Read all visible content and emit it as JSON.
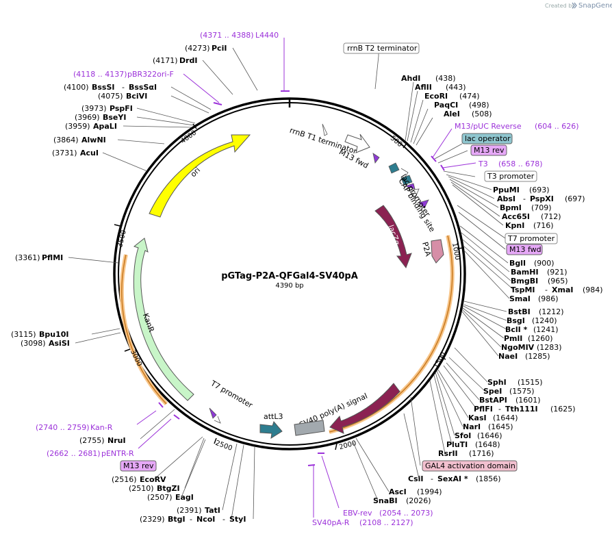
{
  "credit": {
    "text": "Created by",
    "brand": "SnapGene"
  },
  "plasmid": {
    "name": "pGTag-P2A-QFGal4-SV40pA",
    "size": "4390 bp"
  },
  "ticks": [
    "500",
    "1000",
    "1500",
    "2000",
    "2500",
    "3000",
    "3500",
    "4000"
  ],
  "features": {
    "ori": "ori",
    "lacZa": "lacZα",
    "kanr": "KanR",
    "p2a": "P2A",
    "attl3": "attL3",
    "sv40": "SV40 poly(A) signal",
    "t7prom_left": "T7 promoter",
    "rrnb_t1": "rrnB T1 terminator",
    "m13fwd_left": "M13 fwd",
    "lac_promoter": "lac promoter",
    "cap_site": "CAP binding site"
  },
  "boxed": {
    "rrnb_t2": "rrnB T2 terminator",
    "lac_operator": "lac operator",
    "m13rev_right": "M13 rev",
    "t3_promoter": "T3 promoter",
    "t7_promoter": "T7 promoter",
    "m13fwd_right": "M13 fwd",
    "gal4": "GAL4 activation domain",
    "m13rev_left": "M13 rev"
  },
  "primers": {
    "l4440": {
      "pos": "(4371 .. 4388)",
      "name": "L4440"
    },
    "pbr322": {
      "pos": "(4118 .. 4137)",
      "name": "pBR322ori-F"
    },
    "m13puc": {
      "name": "M13/pUC Reverse",
      "pos": "(604 .. 626)"
    },
    "t3": {
      "name": "T3",
      "pos": "(658 .. 678)"
    },
    "kanr": {
      "pos": "(2740 .. 2759)",
      "name": "Kan-R"
    },
    "pentr": {
      "pos": "(2662 .. 2681)",
      "name": "pENTR-R"
    },
    "ebv": {
      "name": "EBV-rev",
      "pos": "(2054 .. 2073)"
    },
    "sv40pa": {
      "name": "SV40pA-R",
      "pos": "(2108 .. 2127)"
    }
  },
  "enzymes": {
    "pcii": {
      "pos": "(4273)",
      "name": "PciI"
    },
    "drdi": {
      "pos": "(4171)",
      "name": "DrdI"
    },
    "bsssi": {
      "pos": "(4100)",
      "name": "BssSI",
      "name2": "BssSαI"
    },
    "bcivi": {
      "pos": "(4075)",
      "name": "BciVI"
    },
    "pspfi": {
      "pos": "(3973)",
      "name": "PspFI"
    },
    "bseyi": {
      "pos": "(3969)",
      "name": "BseYI"
    },
    "apali": {
      "pos": "(3959)",
      "name": "ApaLI"
    },
    "alwni": {
      "pos": "(3864)",
      "name": "AlwNI"
    },
    "acui": {
      "pos": "(3731)",
      "name": "AcuI"
    },
    "pflmi": {
      "pos": "(3361)",
      "name": "PflMI"
    },
    "bpu10i": {
      "pos": "(3115)",
      "name": "Bpu10I"
    },
    "asisi": {
      "pos": "(3098)",
      "name": "AsiSI"
    },
    "nrui": {
      "pos": "(2755)",
      "name": "NruI"
    },
    "ecorv": {
      "pos": "(2516)",
      "name": "EcoRV"
    },
    "btgzi": {
      "pos": "(2510)",
      "name": "BtgZI"
    },
    "eagi": {
      "pos": "(2507)",
      "name": "EagI"
    },
    "tati": {
      "pos": "(2391)",
      "name": "TatI"
    },
    "btgi": {
      "pos": "(2329)",
      "name": "BtgI",
      "name2": "NcoI",
      "name3": "StyI"
    },
    "ahdi": {
      "name": "AhdI",
      "pos": "(438)"
    },
    "aflii": {
      "name": "AflII",
      "pos": "(443)"
    },
    "ecori": {
      "name": "EcoRI",
      "pos": "(474)"
    },
    "paqci": {
      "name": "PaqCI",
      "pos": "(498)"
    },
    "alei": {
      "name": "AleI",
      "pos": "(508)"
    },
    "ppumi": {
      "name": "PpuMI",
      "pos": "(693)"
    },
    "absi": {
      "name": "AbsI",
      "name2": "PspXI",
      "pos": "(697)"
    },
    "bpmi": {
      "name": "BpmI",
      "pos": "(709)"
    },
    "acc65i": {
      "name": "Acc65I",
      "pos": "(712)"
    },
    "kpni": {
      "name": "KpnI",
      "pos": "(716)"
    },
    "bgli": {
      "name": "BglI",
      "pos": "(900)"
    },
    "bamhi": {
      "name": "BamHI",
      "pos": "(921)"
    },
    "bmgbi": {
      "name": "BmgBI",
      "pos": "(965)"
    },
    "tspmi": {
      "name": "TspMI",
      "name2": "XmaI",
      "pos": "(984)"
    },
    "smai": {
      "name": "SmaI",
      "pos": "(986)"
    },
    "bstbi": {
      "name": "BstBI",
      "pos": "(1212)"
    },
    "bsgi": {
      "name": "BsgI",
      "pos": "(1240)"
    },
    "bcli": {
      "name": "BclI *",
      "pos": "(1241)"
    },
    "pmli": {
      "name": "PmlI",
      "pos": "(1260)"
    },
    "ngomiv": {
      "name": "NgoMIV",
      "pos": "(1283)"
    },
    "naei": {
      "name": "NaeI",
      "pos": "(1285)"
    },
    "sphi": {
      "name": "SphI",
      "pos": "(1515)"
    },
    "spei": {
      "name": "SpeI",
      "pos": "(1575)"
    },
    "bstapi": {
      "name": "BstAPI",
      "pos": "(1601)"
    },
    "pflfi": {
      "name": "PflFI",
      "name2": "Tth111I",
      "pos": "(1625)"
    },
    "kasi": {
      "name": "KasI",
      "pos": "(1644)"
    },
    "nari": {
      "name": "NarI",
      "pos": "(1645)"
    },
    "sfoi": {
      "name": "SfoI",
      "pos": "(1646)"
    },
    "pluti": {
      "name": "PluTI",
      "pos": "(1648)"
    },
    "rsrii": {
      "name": "RsrII",
      "pos": "(1716)"
    },
    "csii": {
      "name": "CsiI",
      "name2": "SexAI *",
      "pos": "(1856)"
    },
    "asci": {
      "name": "AscI",
      "pos": "(1994)"
    },
    "snabi": {
      "name": "SnaBI",
      "pos": "(2026)"
    }
  }
}
